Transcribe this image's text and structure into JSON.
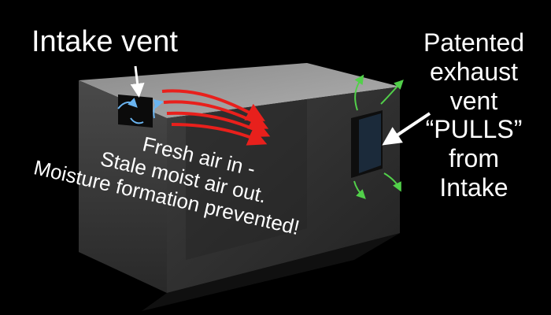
{
  "labels": {
    "intake": "Intake vent",
    "exhaust_lines": [
      "Patented",
      "exhaust",
      "vent",
      "“PULLS”",
      "from",
      "Intake"
    ],
    "caption_line1": "Fresh air in -",
    "caption_line2": "Stale moist air out.",
    "caption_line3": "Moisture formation prevented!"
  },
  "colors": {
    "background": "#000000",
    "text": "#ffffff",
    "airflow_hot": "#e8201c",
    "airflow_intake": "#6ab4f0",
    "airflow_exhaust": "#52d04a",
    "box_top": "#9a9a9a",
    "box_front": "#444444",
    "box_side": "#333333"
  },
  "icons": {
    "intake": "intake-vent-icon",
    "exhaust": "exhaust-vent-icon"
  }
}
